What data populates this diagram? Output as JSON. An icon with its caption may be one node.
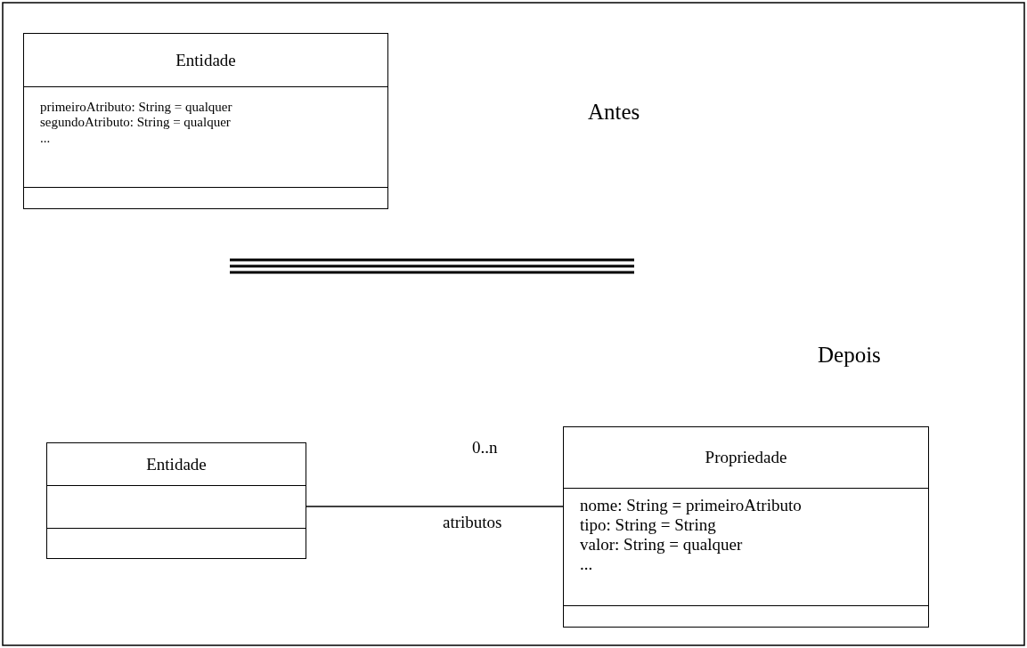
{
  "diagram": {
    "nodes": [
      {
        "text": [
          "Entidade",
          "primeiroAtributo: String = qualquer",
          "segundoAtributo: String = qualquer",
          "..."
        ]
      },
      {
        "text": [
          "Entidade"
        ]
      },
      {
        "text": [
          "Propriedade",
          "nome: String = primeiroAtributo",
          "tipo: String = String",
          "valor: String = qualquer",
          "..."
        ]
      }
    ],
    "edges": [
      {
        "from": 1,
        "to": 2,
        "arrow": "none"
      }
    ],
    "labels": [
      "Antes",
      "Depois",
      "0..n",
      "atributos"
    ]
  }
}
